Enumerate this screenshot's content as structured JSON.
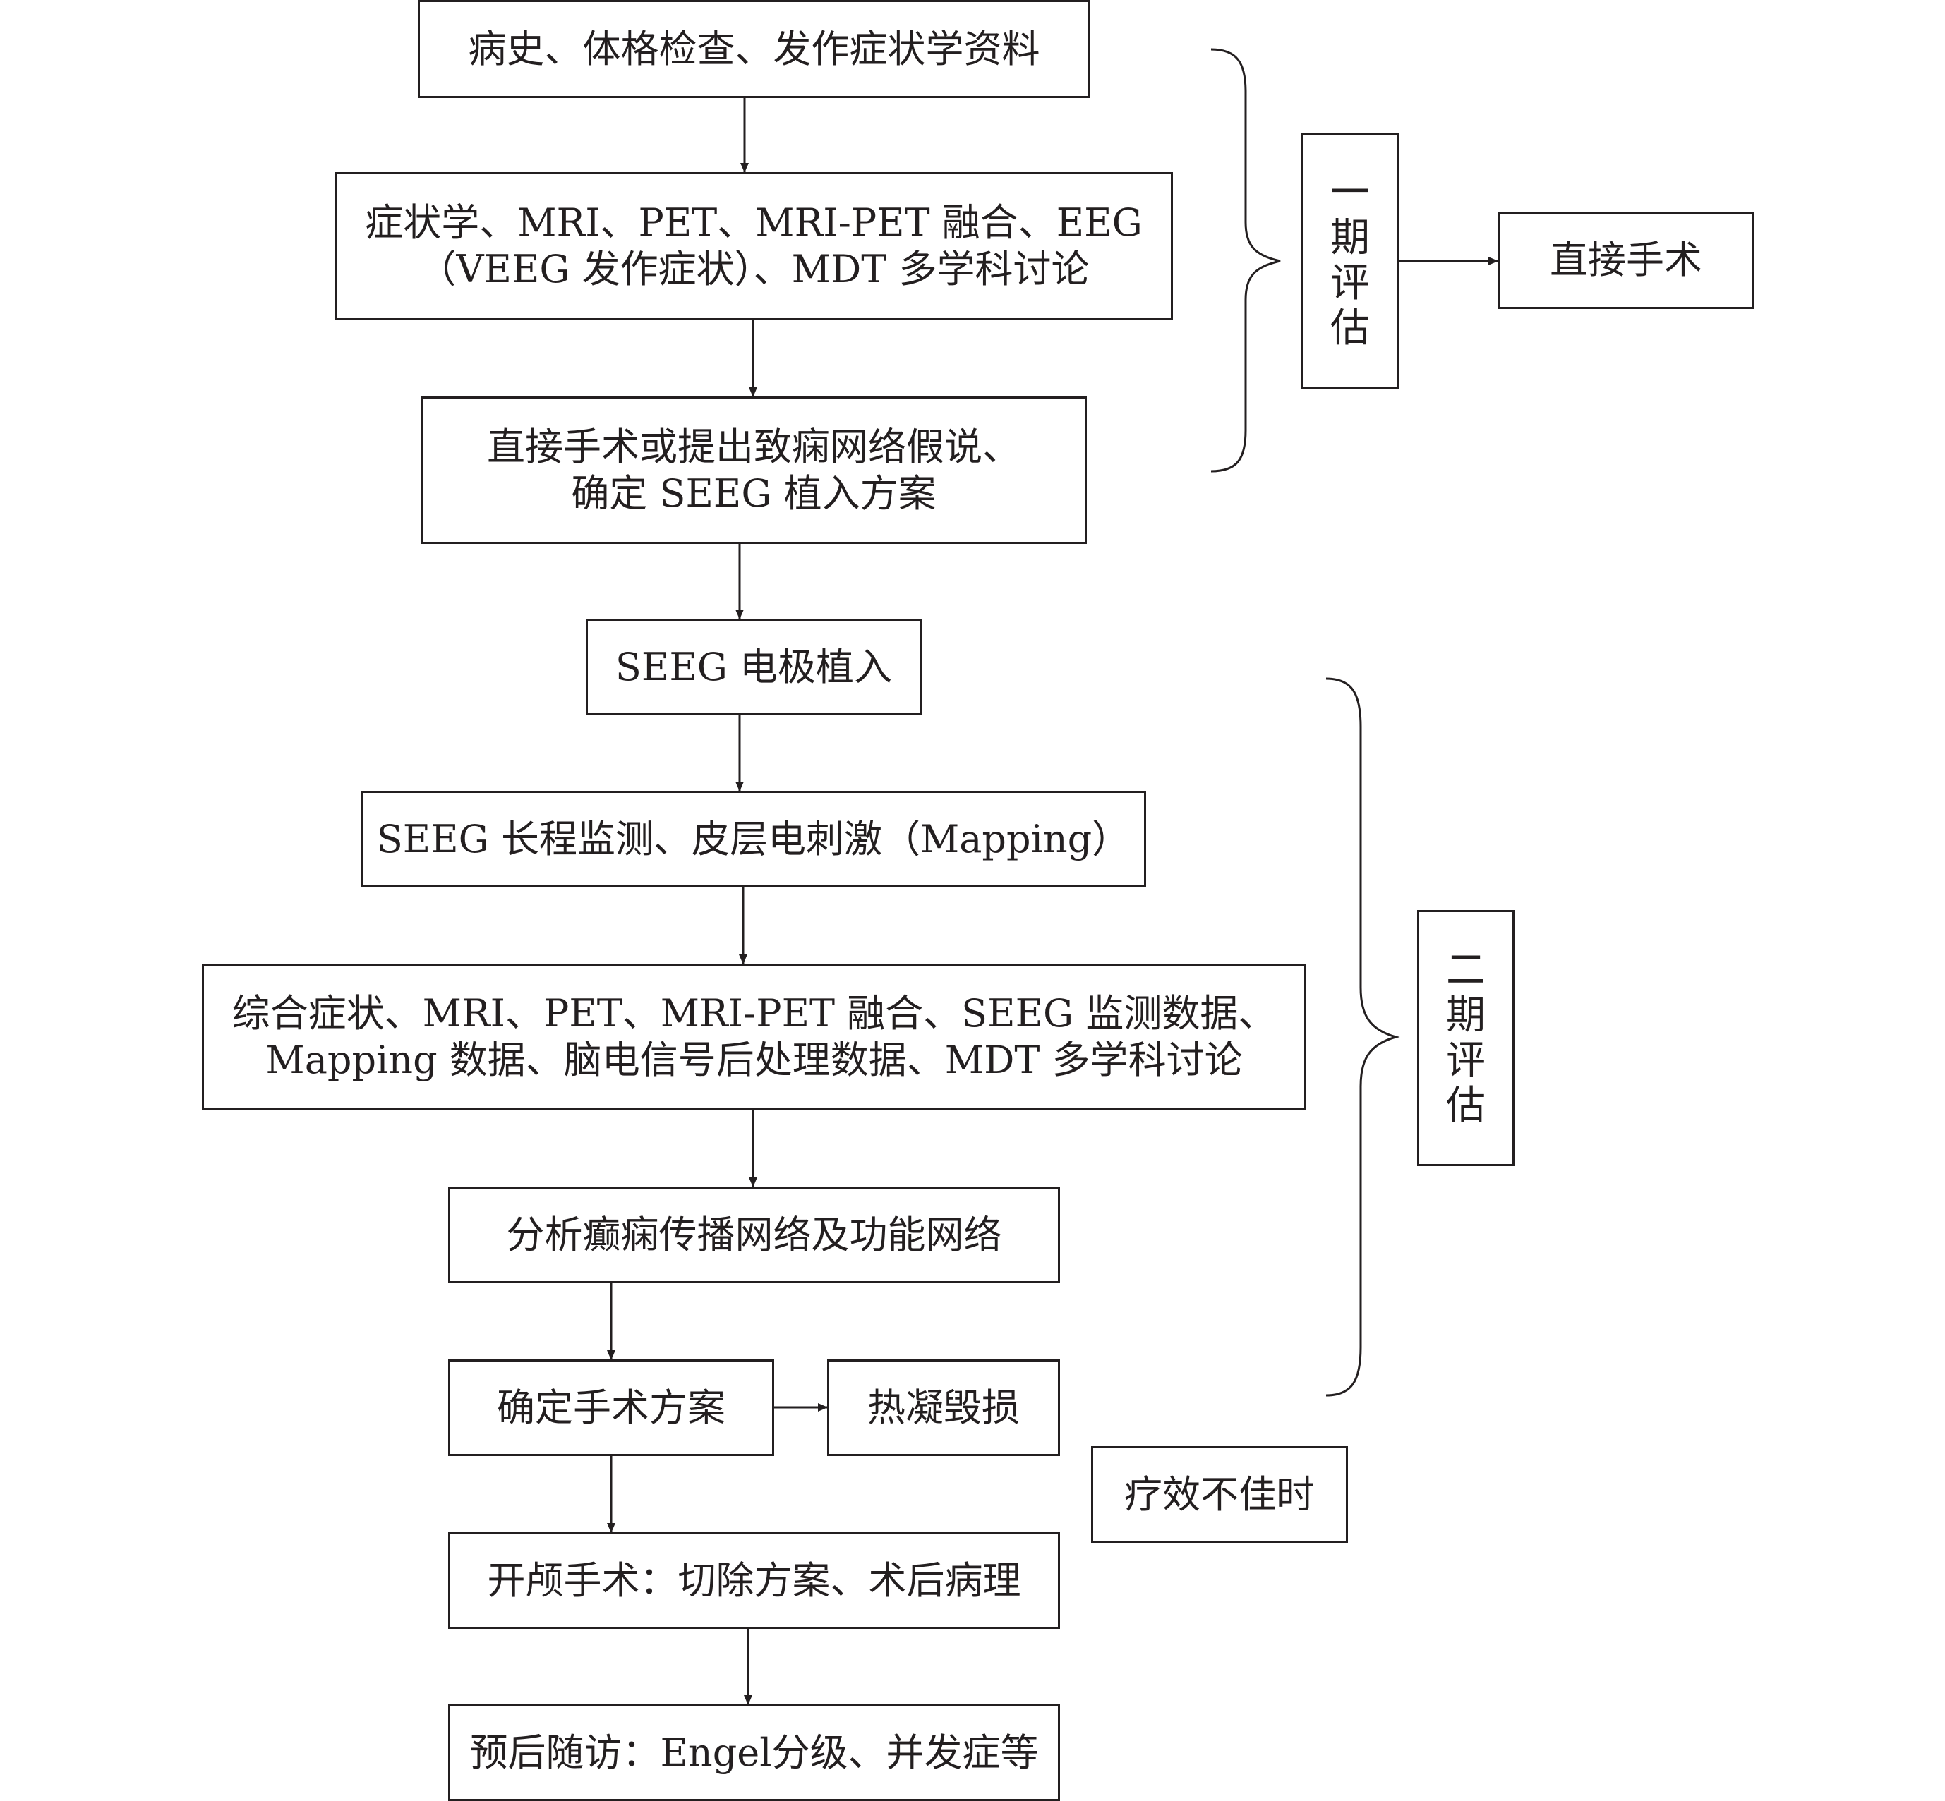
{
  "diagram": {
    "nodes": {
      "history": {
        "lines": [
          "病史、体格检查、发作症状学资料"
        ]
      },
      "noninvasive": {
        "lines": [
          "症状学、MRI、PET、MRI-PET 融合、EEG",
          "（VEEG 发作症状）、MDT 多学科讨论"
        ]
      },
      "hypothesis": {
        "lines": [
          "直接手术或提出致痫网络假说、",
          "确定 SEEG 植入方案"
        ]
      },
      "implant": {
        "lines": [
          "SEEG 电极植入"
        ]
      },
      "monitoring": {
        "lines": [
          "SEEG 长程监测、皮层电刺激（Mapping）"
        ]
      },
      "integrate": {
        "lines": [
          "综合症状、MRI、PET、MRI-PET 融合、SEEG 监测数据、",
          "Mapping 数据、脑电信号后处理数据、MDT 多学科讨论"
        ]
      },
      "network": {
        "lines": [
          "分析癫痫传播网络及功能网络"
        ]
      },
      "plan": {
        "lines": [
          "确定手术方案"
        ]
      },
      "thermo": {
        "lines": [
          "热凝毁损"
        ]
      },
      "poor": {
        "lines": [
          "疗效不佳时"
        ]
      },
      "craniotomy": {
        "lines": [
          "开颅手术：切除方案、术后病理"
        ]
      },
      "followup": {
        "lines": [
          "预后随访：Engel分级、并发症等"
        ]
      },
      "phase1": {
        "text": "一期评估"
      },
      "direct": {
        "lines": [
          "直接手术"
        ]
      },
      "phase2": {
        "text": "二期评估"
      }
    },
    "colors": {
      "stroke": "#231f20",
      "background": "#ffffff"
    }
  }
}
